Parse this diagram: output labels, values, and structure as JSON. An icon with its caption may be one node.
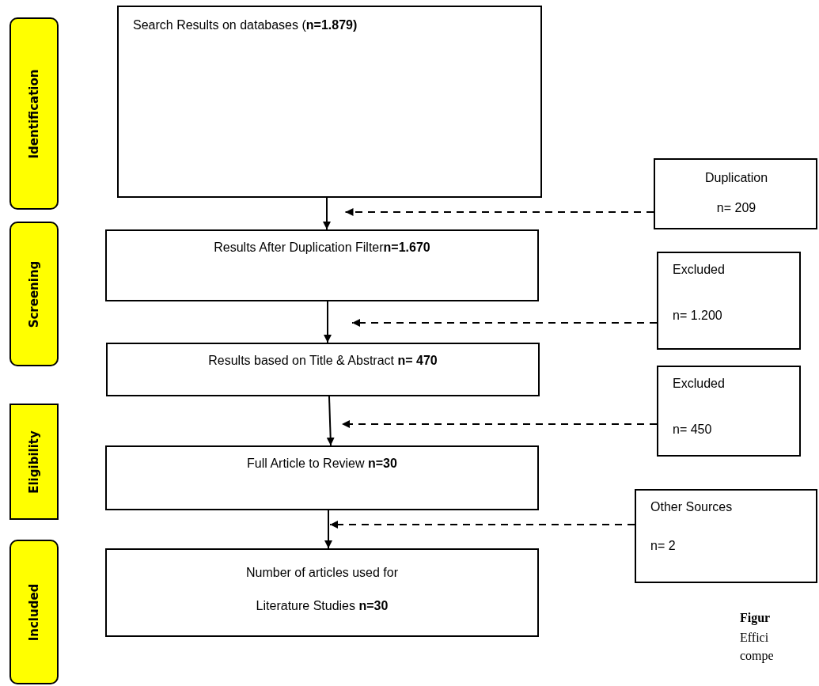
{
  "diagram": {
    "nodes": [
      {
        "text": [
          "Identification"
        ]
      },
      {
        "text": [
          "Screening"
        ]
      },
      {
        "text": [
          "Eligibility"
        ]
      },
      {
        "text": [
          "Included"
        ]
      },
      {
        "text": [
          "Search Results on databases (**n=1.879)**"
        ]
      },
      {
        "text": [
          "Duplication",
          "n= 209"
        ]
      },
      {
        "text": [
          "Results After Duplication Filter**n=1.670**"
        ]
      },
      {
        "text": [
          "Excluded",
          "n= 1.200"
        ]
      },
      {
        "text": [
          "Results based on Title & Abstract **n= 470**"
        ]
      },
      {
        "text": [
          "Excluded",
          "n= 450"
        ]
      },
      {
        "text": [
          "Full Article to Review **n=30**"
        ]
      },
      {
        "text": [
          "Other Sources",
          "n= 2"
        ]
      },
      {
        "text": [
          "Number of articles used for Literature Studies **n=30**"
        ]
      }
    ],
    "edges": [
      {
        "from": 4,
        "to": 6,
        "arrow": "to"
      },
      {
        "from": 5,
        "to": 4,
        "arrow": "to",
        "style": "dashed"
      },
      {
        "from": 6,
        "to": 8,
        "arrow": "to"
      },
      {
        "from": 7,
        "to": 8,
        "arrow": "to",
        "style": "dashed"
      },
      {
        "from": 8,
        "to": 10,
        "arrow": "to"
      },
      {
        "from": 9,
        "to": 10,
        "arrow": "to",
        "style": "dashed"
      },
      {
        "from": 10,
        "to": 12,
        "arrow": "to"
      },
      {
        "from": 11,
        "to": 10,
        "arrow": "to",
        "style": "dashed"
      }
    ],
    "labels": [
      "Figur",
      "Effici",
      "compe"
    ]
  }
}
